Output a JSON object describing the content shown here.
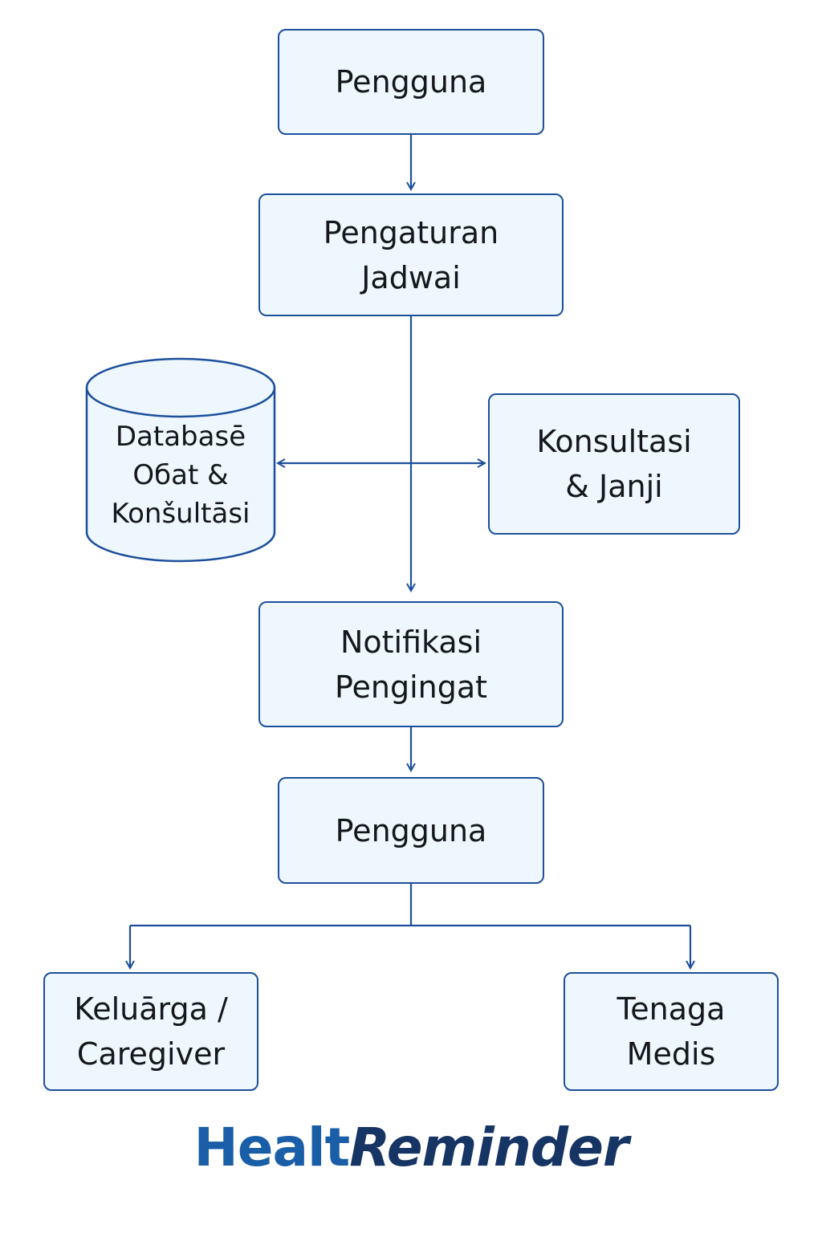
{
  "nodes": {
    "user_top": {
      "lines": [
        "Pengguna"
      ]
    },
    "schedule": {
      "lines": [
        "Pengaturan",
        "Jadwai"
      ]
    },
    "database": {
      "lines": [
        "Databasē",
        "Oбat &",
        "Konšultāsi"
      ]
    },
    "consult": {
      "lines": [
        "Konsultasi",
        "& Janji"
      ]
    },
    "notify": {
      "lines": [
        "Notifikasi",
        "Pengingat"
      ]
    },
    "user_bottom": {
      "lines": [
        "Pengguna"
      ]
    },
    "family": {
      "lines": [
        "Keluārga /",
        "Caregiver"
      ]
    },
    "medical": {
      "lines": [
        "Tenaga",
        "Medis"
      ]
    }
  },
  "logo": {
    "part1": "Healt",
    "part2": "Reminder"
  },
  "colors": {
    "stroke": "#1d4f9c",
    "fill": "#eef7fd",
    "logo_primary": "#1a5ea8",
    "logo_secondary": "#163564"
  }
}
